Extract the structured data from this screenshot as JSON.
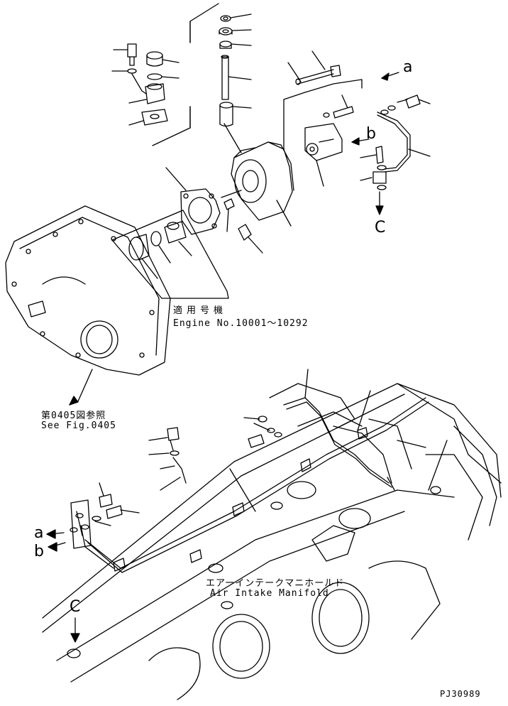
{
  "applicable": {
    "jp": "適用号機",
    "en": "Engine No.10001〜10292"
  },
  "reference": {
    "jp": "第0405図参照",
    "en": "See Fig.0405"
  },
  "manifold": {
    "jp": "エアーインテークマニホールド",
    "en": "Air Intake Manifold"
  },
  "callouts": {
    "a_top": "a",
    "b_top": "b",
    "c_top": "C",
    "a_bottom": "a",
    "b_bottom": "b",
    "c_bottom": "C"
  },
  "figure_code": "PJ30989"
}
